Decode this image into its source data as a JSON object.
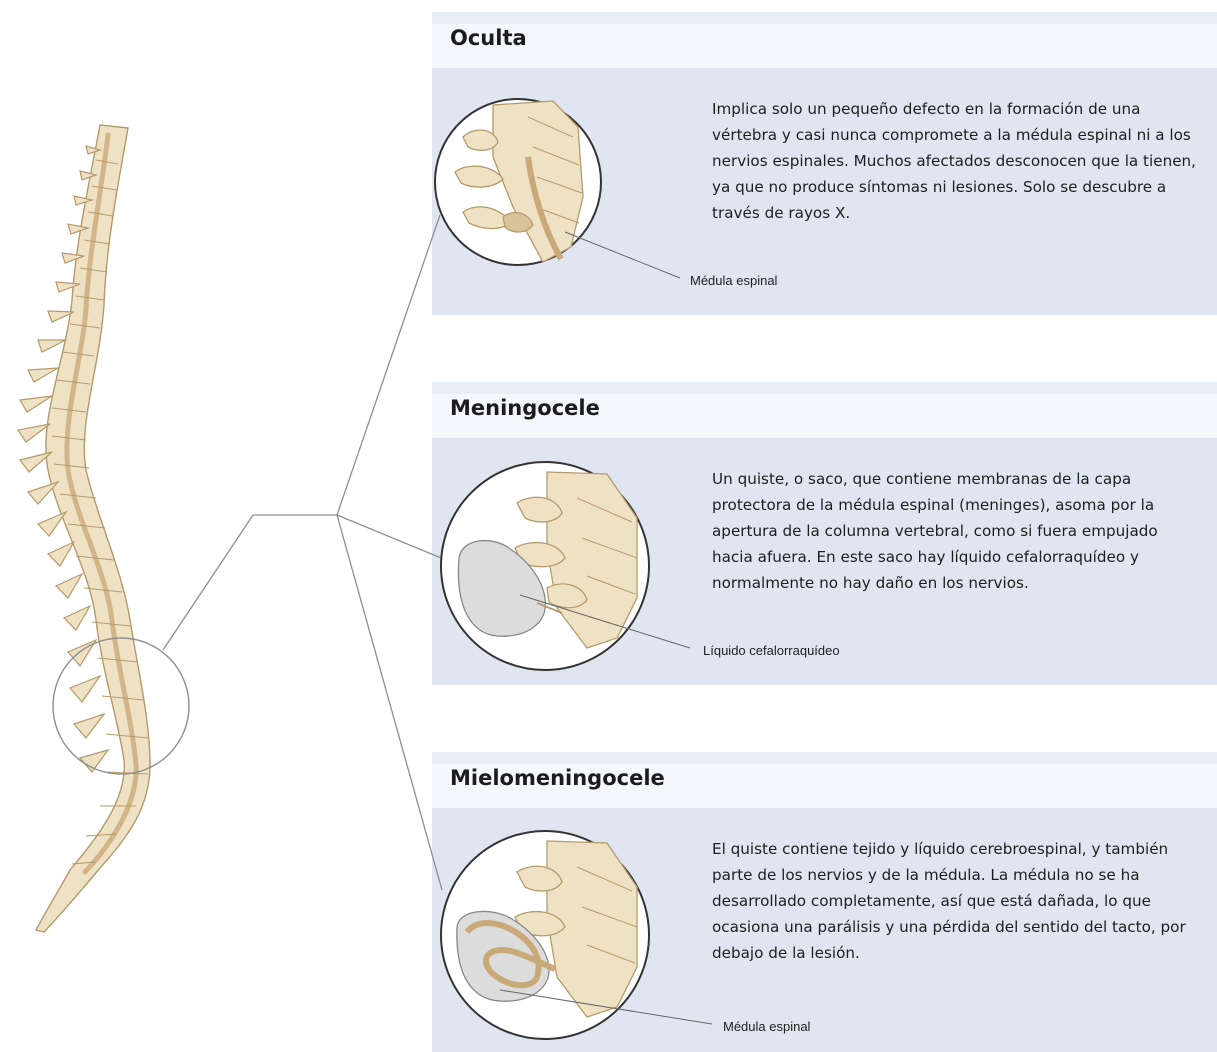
{
  "types": [
    {
      "title": "Oculta",
      "description": "Implica solo un pequeño defecto en la formación de una vértebra y casi nunca compromete a la médula espinal ni a los nervios espinales.  Muchos afectados desconocen que la tienen, ya que no produce síntomas ni lesiones. Solo se descubre a través de rayos X.",
      "callout": "Médula espinal"
    },
    {
      "title": "Meningocele",
      "description": "Un quiste, o saco, que contiene membranas de la capa protectora de la médula espinal (meninges), asoma por la apertura de la columna vertebral, como si fuera empujado hacia afuera. En este saco hay líquido cefalorraquídeo y normalmente no hay daño en los nervios.",
      "callout": "Líquido cefalorraquídeo"
    },
    {
      "title": "Mielomeningocele",
      "description": "El quiste contiene tejido y líquido cerebroespinal, y también parte de los nervios y de la médula. La médula no se ha desarrollado completamente, así que está dañada, lo que ocasiona una parálisis y una pérdida del sentido del tacto, por debajo de la lesión.",
      "callout": "Médula espinal"
    }
  ],
  "colors": {
    "bone_fill": "#efe2c4",
    "bone_stroke": "#b49a6a",
    "bone_shadow": "#c9a978",
    "panel_body": "#dfe6f1",
    "panel_title_band": "#f4f7fb",
    "connector": "#8e8e8e",
    "sac_fill": "#dcdcdc"
  }
}
